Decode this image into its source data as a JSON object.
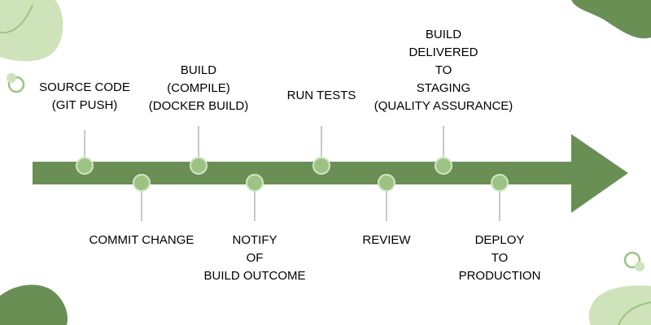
{
  "colors": {
    "arrow": "#6a8f55",
    "node_fill": "#9cc383",
    "node_stroke": "#d4e6c6",
    "pin": "#c8c8c8",
    "blob_light": "#cfe3ba",
    "blob_dark": "#6a8f55",
    "text": "#000000"
  },
  "steps": [
    {
      "id": "source-code",
      "lines": [
        "SOURCE CODE",
        "(GIT PUSH)"
      ]
    },
    {
      "id": "commit-change",
      "lines": [
        "COMMIT CHANGE"
      ]
    },
    {
      "id": "build",
      "lines": [
        "BUILD",
        "(COMPILE)",
        "(DOCKER BUILD)"
      ]
    },
    {
      "id": "notify",
      "lines": [
        "NOTIFY",
        "OF",
        "BUILD OUTCOME"
      ]
    },
    {
      "id": "run-tests",
      "lines": [
        "RUN TESTS"
      ]
    },
    {
      "id": "review",
      "lines": [
        "REVIEW"
      ]
    },
    {
      "id": "build-delivered",
      "lines": [
        "BUILD",
        "DELIVERED",
        "TO",
        "STAGING",
        "(QUALITY ASSURANCE)"
      ]
    },
    {
      "id": "deploy",
      "lines": [
        "DEPLOY",
        "TO",
        "PRODUCTION"
      ]
    }
  ]
}
